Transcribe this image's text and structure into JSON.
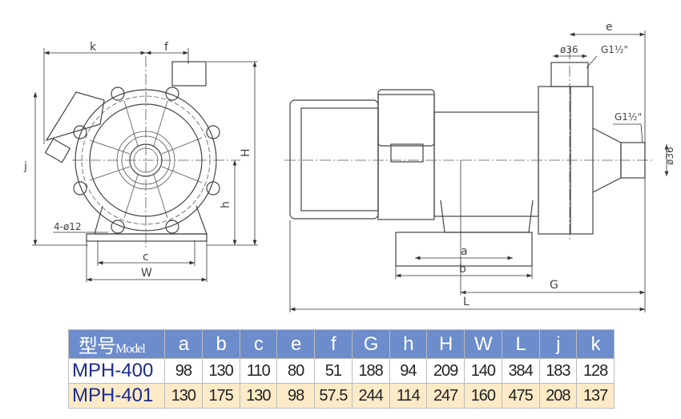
{
  "drawing": {
    "front_view": {
      "k": "k",
      "f": "f",
      "H": "H",
      "h": "h",
      "j": "j",
      "holes": "4-ø12",
      "c": "c",
      "W": "W"
    },
    "side_view": {
      "e": "e",
      "dia_top": "ø36",
      "thread_top": "G1½\"",
      "thread_side": "G1½\"",
      "dia_side": "ø36",
      "a": "a",
      "b": "b",
      "G": "G",
      "L": "L"
    }
  },
  "table": {
    "header_model": "型号",
    "header_model_en": "Model",
    "columns": [
      "a",
      "b",
      "c",
      "e",
      "f",
      "G",
      "h",
      "H",
      "W",
      "L",
      "j",
      "k"
    ],
    "rows": [
      {
        "model": "MPH-400",
        "values": [
          "98",
          "130",
          "110",
          "80",
          "51",
          "188",
          "94",
          "209",
          "140",
          "384",
          "183",
          "128"
        ]
      },
      {
        "model": "MPH-401",
        "values": [
          "130",
          "175",
          "130",
          "98",
          "57.5",
          "244",
          "114",
          "247",
          "160",
          "475",
          "208",
          "137"
        ]
      }
    ]
  },
  "colors": {
    "header": "#6c8ccb",
    "row2": "#fdebc8",
    "model_text": "#1c2a8c"
  }
}
